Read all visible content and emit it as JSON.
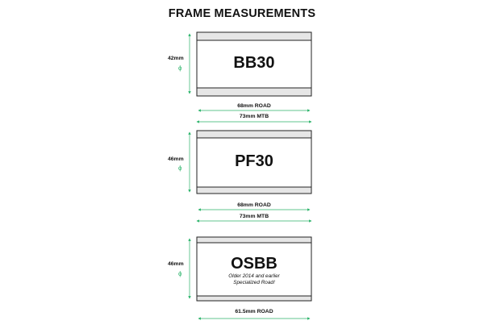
{
  "title": "FRAME MEASUREMENTS",
  "colors": {
    "dimension": "#2bb36a",
    "outline": "#222222",
    "band": "#e6e6e6"
  },
  "diameter_symbol": "ϕ",
  "blocks": [
    {
      "name": "BB30",
      "height_label": "42mm",
      "widths": [
        "68mm ROAD",
        "73mm MTB"
      ],
      "note": ""
    },
    {
      "name": "PF30",
      "height_label": "46mm",
      "widths": [
        "68mm ROAD",
        "73mm MTB"
      ],
      "note": ""
    },
    {
      "name": "OSBB",
      "height_label": "46mm",
      "widths": [
        "61.5mm ROAD"
      ],
      "note": "Older 2014 and earlier\nSpecialized Road!"
    }
  ]
}
